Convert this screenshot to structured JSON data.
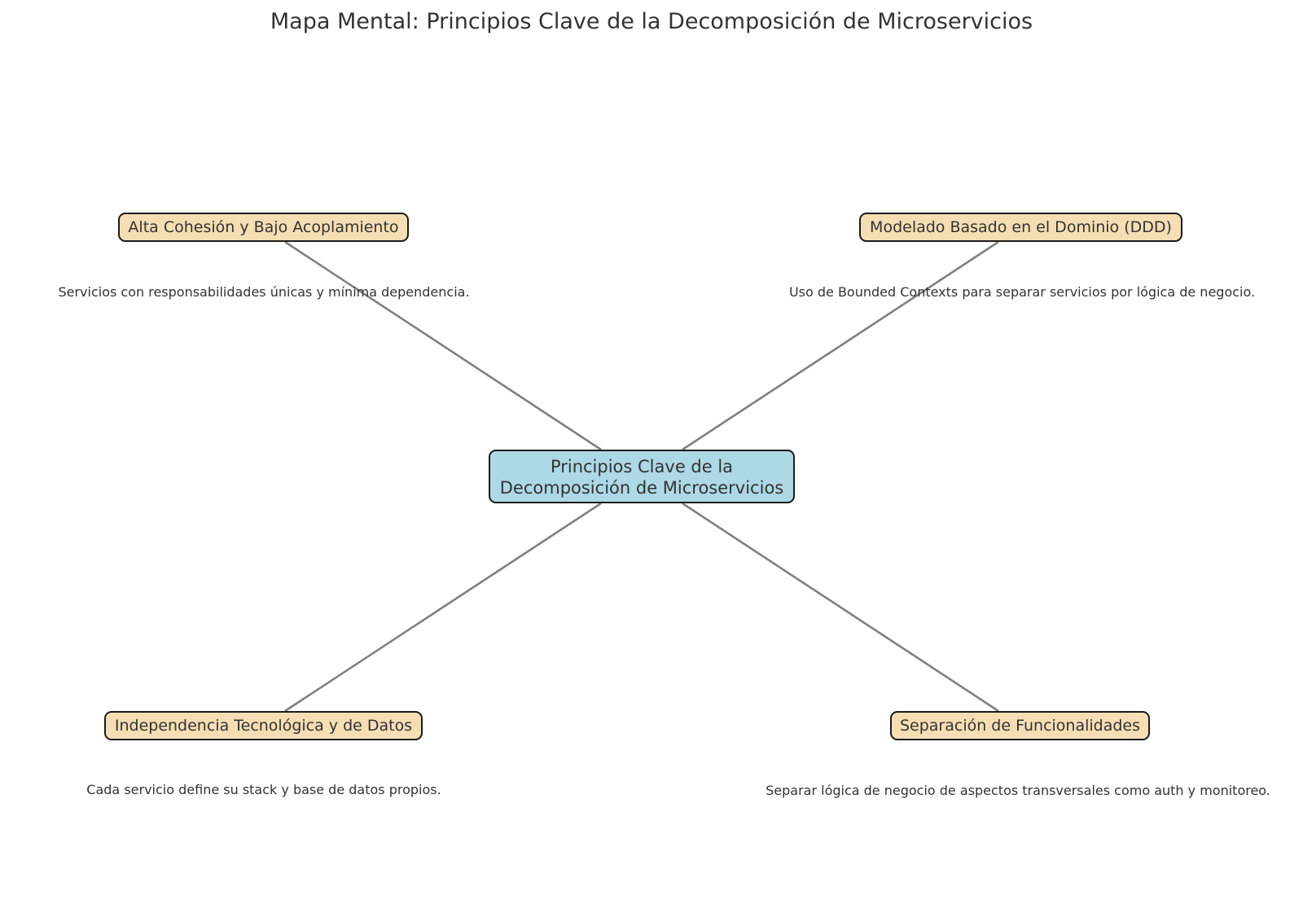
{
  "title": "Mapa Mental: Principios Clave de la Decomposición de Microservicios",
  "center": {
    "label_line1": "Principios Clave de la",
    "label_line2": "Decomposición de Microservicios"
  },
  "branches": [
    {
      "label": "Alta Cohesión y Bajo Acoplamiento",
      "description": "Servicios con responsabilidades únicas y mínima dependencia."
    },
    {
      "label": "Modelado Basado en el Dominio (DDD)",
      "description": "Uso de Bounded Contexts para separar servicios por lógica de negocio."
    },
    {
      "label": "Independencia Tecnológica y de Datos",
      "description": "Cada servicio define su stack y base de datos propios."
    },
    {
      "label": "Separación de Funcionalidades",
      "description": "Separar lógica de negocio de aspectos transversales como auth y monitoreo."
    }
  ],
  "colors": {
    "center_fill": "#add8e6",
    "branch_fill": "#f5deb3",
    "connector": "#808080",
    "border": "#1a1a1a",
    "text": "#333333"
  }
}
